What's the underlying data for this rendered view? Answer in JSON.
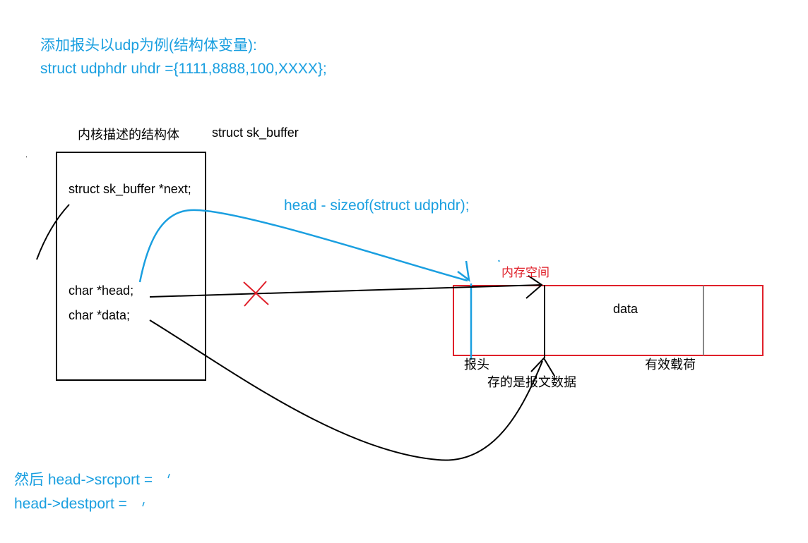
{
  "intro": {
    "line1": "添加报头以udp为例(结构体变量):",
    "line2": "struct udphdr uhdr ={1111,8888,100,XXXX};"
  },
  "kernel_struct": {
    "label": "内核描述的结构体",
    "name": "struct sk_buffer",
    "fields": {
      "next": "struct sk_buffer *next;",
      "head": "char *head;",
      "data": "char *data;"
    }
  },
  "formula": "head - sizeof(struct udphdr);",
  "memory": {
    "label": "内存空间",
    "data_label": "data",
    "header_label": "报头",
    "stored_label": "存的是报文数据",
    "payload_label": "有效载荷"
  },
  "then": {
    "line1": "然后 head->srcport =",
    "line2": "head->destport ="
  },
  "colors": {
    "blue": "#1a9fe0",
    "red": "#e0202a",
    "black": "#000000"
  }
}
